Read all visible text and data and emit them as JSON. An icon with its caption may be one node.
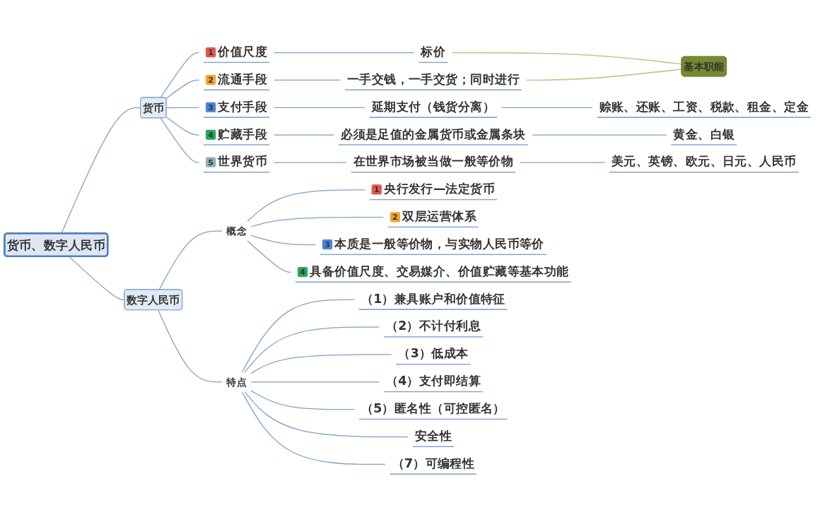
{
  "diagram": {
    "nodes": [
      {
        "text": [
          "货币、数字人民币"
        ]
      },
      {
        "text": [
          "货币"
        ]
      },
      {
        "text": [
          "1",
          "价值尺度"
        ]
      },
      {
        "text": [
          "标价"
        ]
      },
      {
        "text": [
          "2",
          "流通手段"
        ]
      },
      {
        "text": [
          "一手交钱，一手交货；同时进行"
        ]
      },
      {
        "text": [
          "3",
          "支付手段"
        ]
      },
      {
        "text": [
          "延期支付（钱货分离）"
        ]
      },
      {
        "text": [
          "赊账、还账、工资、税款、租金、定金"
        ]
      },
      {
        "text": [
          "4",
          "贮藏手段"
        ]
      },
      {
        "text": [
          "必须是足值的金属货币或金属条块"
        ]
      },
      {
        "text": [
          "黄金、白银"
        ]
      },
      {
        "text": [
          "5",
          "世界货币"
        ]
      },
      {
        "text": [
          "在世界市场被当做一般等价物"
        ]
      },
      {
        "text": [
          "美元、英镑、欧元、日元、人民币"
        ]
      },
      {
        "text": [
          "基本职能"
        ]
      },
      {
        "text": [
          "数字人民币"
        ]
      },
      {
        "text": [
          "概念"
        ]
      },
      {
        "text": [
          "1",
          "央行发行—法定货币"
        ]
      },
      {
        "text": [
          "2",
          "双层运营体系"
        ]
      },
      {
        "text": [
          "3",
          "本质是一般等价物，与实物人民币等价"
        ]
      },
      {
        "text": [
          "4",
          "具备价值尺度、交易媒介、价值贮藏等基本功能"
        ]
      },
      {
        "text": [
          "特点"
        ]
      },
      {
        "text": [
          "（1）兼具账户和价值特征"
        ]
      },
      {
        "text": [
          "（2）不计付利息"
        ]
      },
      {
        "text": [
          "（3）低成本"
        ]
      },
      {
        "text": [
          "（4）支付即结算"
        ]
      },
      {
        "text": [
          "（5）匿名性（可控匿名）"
        ]
      },
      {
        "text": [
          "安全性"
        ]
      },
      {
        "text": [
          "（7）可编程性"
        ]
      }
    ],
    "edges": [
      {
        "from": 0,
        "to": 1,
        "arrow": "none"
      },
      {
        "from": 1,
        "to": 2,
        "arrow": "none"
      },
      {
        "from": 2,
        "to": 3,
        "arrow": "none"
      },
      {
        "from": 1,
        "to": 4,
        "arrow": "none"
      },
      {
        "from": 4,
        "to": 5,
        "arrow": "none"
      },
      {
        "from": 1,
        "to": 6,
        "arrow": "none"
      },
      {
        "from": 6,
        "to": 7,
        "arrow": "none"
      },
      {
        "from": 7,
        "to": 8,
        "arrow": "none"
      },
      {
        "from": 1,
        "to": 9,
        "arrow": "none"
      },
      {
        "from": 9,
        "to": 10,
        "arrow": "none"
      },
      {
        "from": 10,
        "to": 11,
        "arrow": "none"
      },
      {
        "from": 1,
        "to": 12,
        "arrow": "none"
      },
      {
        "from": 12,
        "to": 13,
        "arrow": "none"
      },
      {
        "from": 13,
        "to": 14,
        "arrow": "none"
      },
      {
        "from": 3,
        "to": 15,
        "arrow": "none",
        "color": "#c8c292"
      },
      {
        "from": 5,
        "to": 15,
        "arrow": "none",
        "color": "#c8c292"
      },
      {
        "from": 0,
        "to": 16,
        "arrow": "none"
      },
      {
        "from": 16,
        "to": 17,
        "arrow": "none"
      },
      {
        "from": 17,
        "to": 18,
        "arrow": "none"
      },
      {
        "from": 17,
        "to": 19,
        "arrow": "none"
      },
      {
        "from": 17,
        "to": 20,
        "arrow": "none"
      },
      {
        "from": 17,
        "to": 21,
        "arrow": "none"
      },
      {
        "from": 16,
        "to": 22,
        "arrow": "none"
      },
      {
        "from": 22,
        "to": 23,
        "arrow": "none"
      },
      {
        "from": 22,
        "to": 24,
        "arrow": "none"
      },
      {
        "from": 22,
        "to": 25,
        "arrow": "none"
      },
      {
        "from": 22,
        "to": 26,
        "arrow": "none"
      },
      {
        "from": 22,
        "to": 27,
        "arrow": "none"
      },
      {
        "from": 22,
        "to": 28,
        "arrow": "none"
      },
      {
        "from": 22,
        "to": 29,
        "arrow": "none"
      }
    ]
  }
}
